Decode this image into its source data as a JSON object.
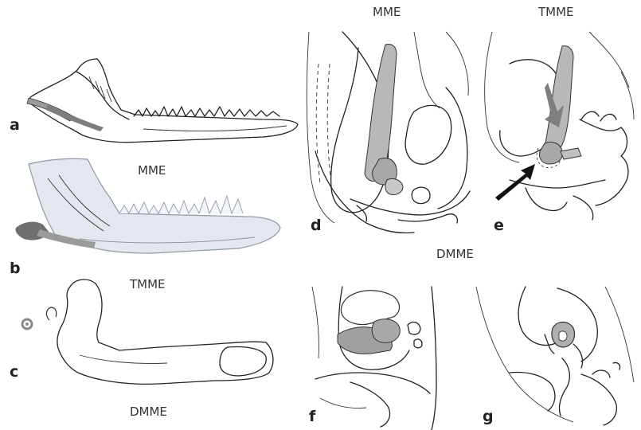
{
  "panel_letters": {
    "a": "a",
    "b": "b",
    "c": "c",
    "d": "d",
    "e": "e",
    "f": "f",
    "g": "g"
  },
  "captions": {
    "top_mme": "MME",
    "top_tmme": "TMME",
    "left_mme": "MME",
    "left_tmme": "TMME",
    "left_dmme": "DMME",
    "mid_dmme": "DMME"
  },
  "colors": {
    "ink": "#222222",
    "highlight_gray": "#9a9a9a",
    "bone_light": "#e4e8ee",
    "arrow_gray": "#7f7f7f",
    "arrow_black": "#111111"
  },
  "icons": [
    "gray-arrow-icon",
    "black-arrow-icon"
  ]
}
